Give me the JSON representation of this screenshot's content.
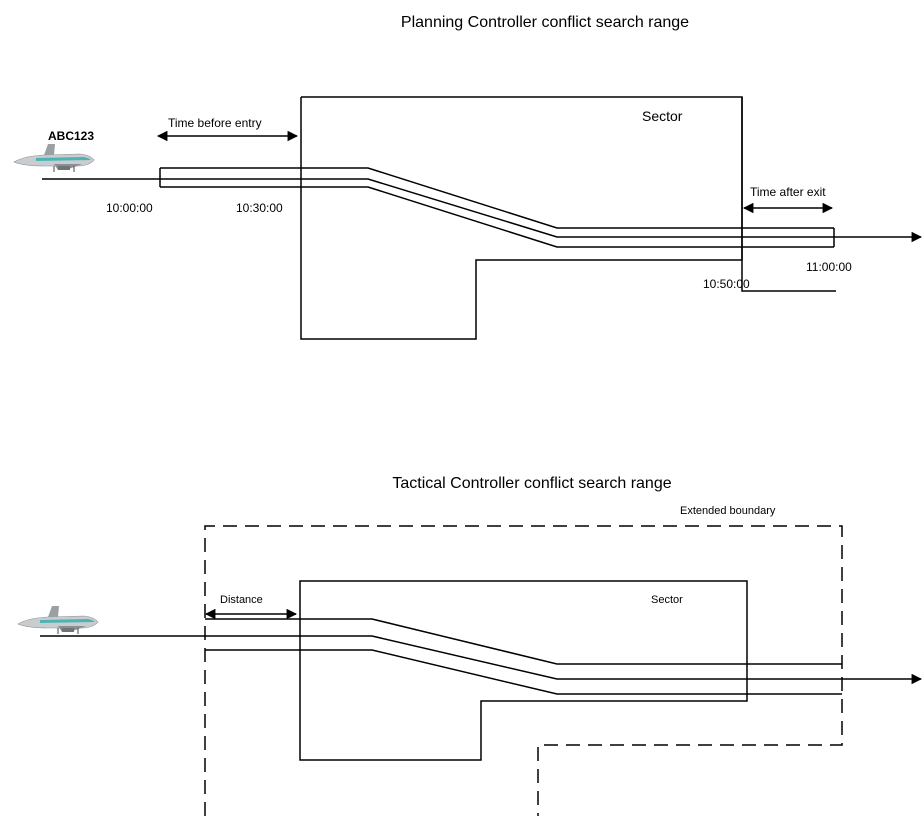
{
  "planning": {
    "title": "Planning Controller conflict search range",
    "callsign": "ABC123",
    "sector_label": "Sector",
    "time_before_entry_label": "Time before entry",
    "time_after_exit_label": "Time after exit",
    "times": [
      "10:00:00",
      "10:30:00",
      "10:50:00",
      "11:00:00"
    ]
  },
  "tactical": {
    "title": "Tactical Controller conflict search range",
    "extended_boundary_label": "Extended boundary",
    "sector_label": "Sector",
    "distance_label": "Distance"
  }
}
